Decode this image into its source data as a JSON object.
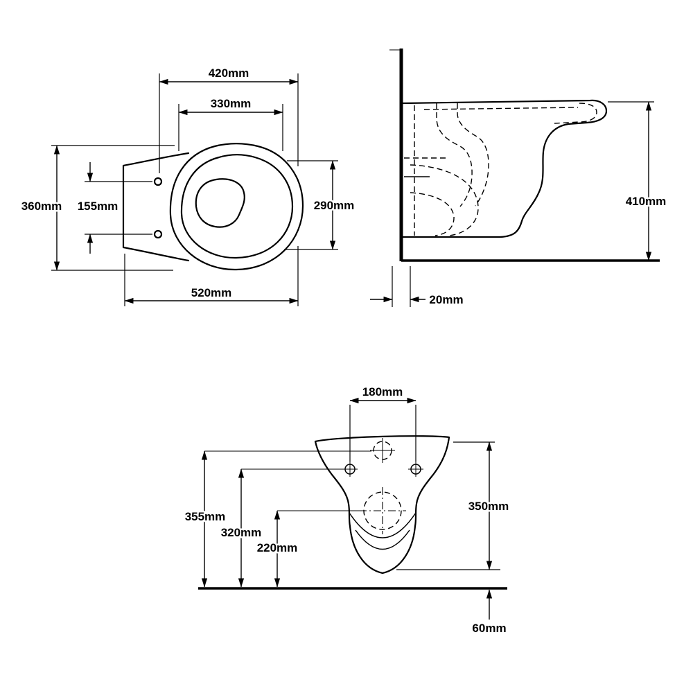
{
  "drawing": {
    "colors": {
      "background": "#ffffff",
      "line": "#000000"
    },
    "plan": {
      "width_top": "420mm",
      "width_inner": "330mm",
      "depth": "360mm",
      "hole_spacing": "155mm",
      "bowl_depth": "290mm",
      "length": "520mm"
    },
    "side": {
      "height": "410mm",
      "wall_offset": "20mm"
    },
    "rear": {
      "bolt_spacing": "180mm",
      "inlet_height": "355mm",
      "bolt_height": "320mm",
      "outlet_height": "220mm",
      "overall_height": "350mm",
      "floor_gap": "60mm"
    }
  }
}
